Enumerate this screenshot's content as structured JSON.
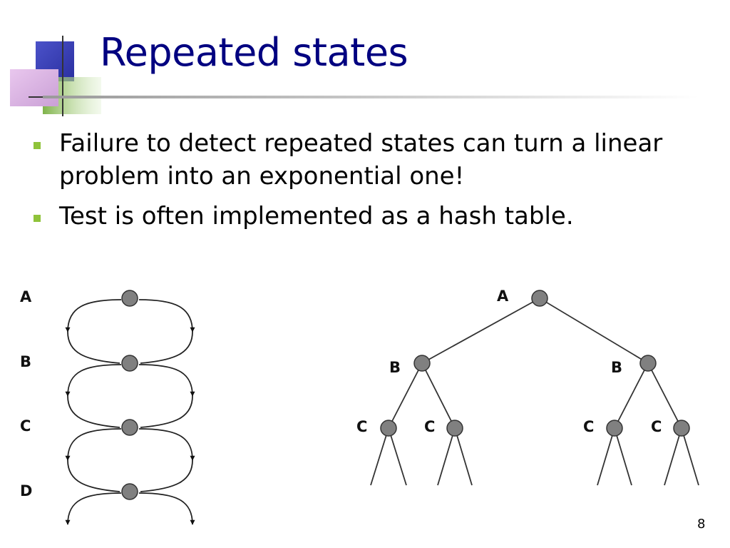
{
  "slide": {
    "title": "Repeated states",
    "bullets": [
      "Failure to detect repeated states can turn a linear problem into an exponential one!",
      "Test is often implemented as a hash table."
    ],
    "page_number": "8"
  },
  "diagram": {
    "state_space": {
      "labels": [
        "A",
        "B",
        "C",
        "D"
      ]
    },
    "search_tree": {
      "root": "A",
      "level1": [
        "B",
        "B"
      ],
      "level2": [
        "C",
        "C",
        "C",
        "C"
      ]
    }
  },
  "colors": {
    "title": "#000080",
    "bullet": "#8fc33a",
    "node": "#808080"
  }
}
